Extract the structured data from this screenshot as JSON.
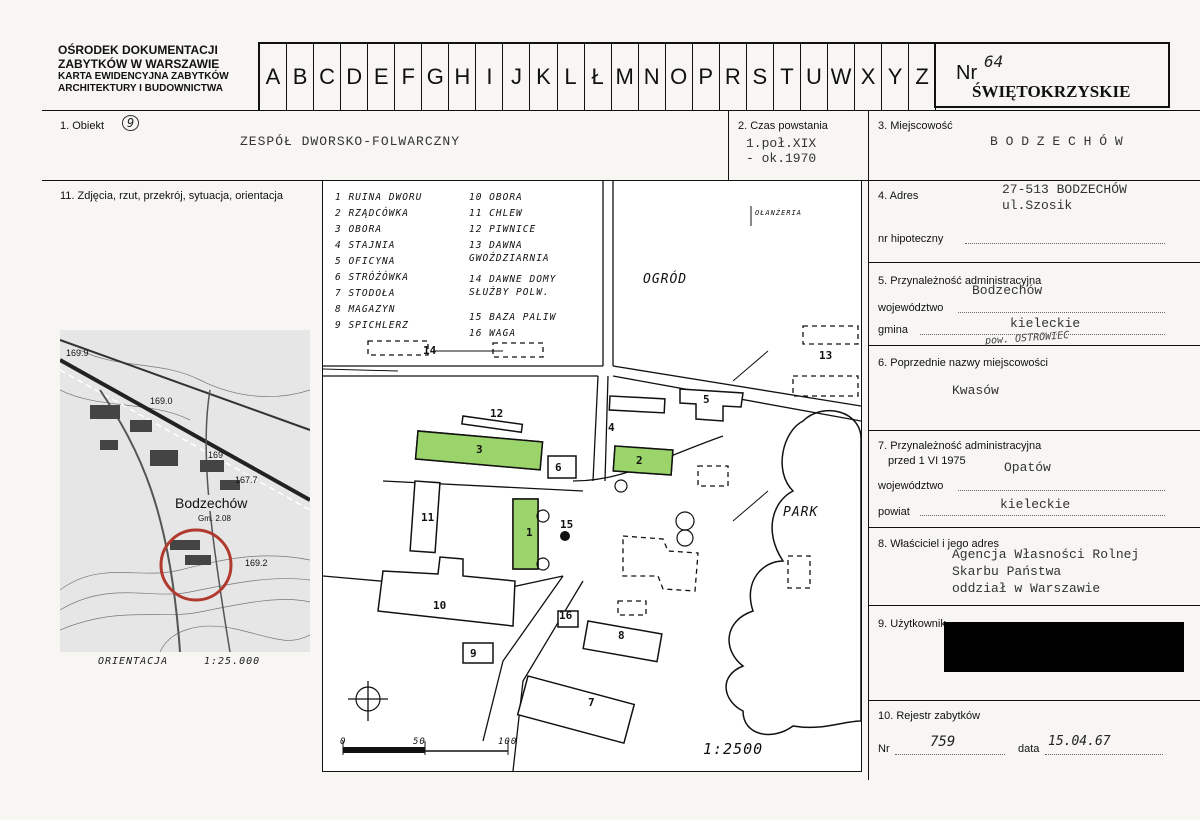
{
  "header": {
    "org_line1": "OŚRODEK DOKUMENTACJI",
    "org_line2": "ZABYTKÓW W WARSZAWIE",
    "card_line1": "KARTA EWIDENCYJNA ZABYTKÓW",
    "card_line2": "ARCHITEKTURY I BUDOWNICTWA",
    "letters": [
      "A",
      "B",
      "C",
      "D",
      "E",
      "F",
      "G",
      "H",
      "I",
      "J",
      "K",
      "L",
      "Ł",
      "M",
      "N",
      "O",
      "P",
      "R",
      "S",
      "T",
      "U",
      "W",
      "X",
      "Y",
      "Z"
    ],
    "nr_label": "Nr",
    "nr_value": "64",
    "region": "ŚWIĘTOKRZYSKIE"
  },
  "fields": {
    "obiekt_label": "1. Obiekt",
    "obiekt_num": "9",
    "obiekt_value": "ZESPÓŁ DWORSKO-FOLWARCZNY",
    "czas_label": "2. Czas powstania",
    "czas_value1": "1.poł.XIX",
    "czas_value2": "- ok.1970",
    "miejsc_label": "3. Miejscowość",
    "miejsc_value": "B O D Z E C H Ó W",
    "adres_label": "4. Adres",
    "adres_value1": "27-513 BODZECHÓW",
    "adres_value2": "ul.Szosik",
    "hipo_label": "nr hipoteczny",
    "przyn_label": "5. Przynależność administracyjna",
    "woj_label": "województwo",
    "woj_value": "Bodzechów",
    "gmina_label": "gmina",
    "gmina_value": "kieleckie",
    "gmina_note": "pow. OSTROWIEC",
    "poprz_label": "6. Poprzednie nazwy miejscowości",
    "poprz_value": "Kwasów",
    "przyn75_label1": "7. Przynależność administracyjna",
    "przyn75_label2": "przed 1 VI 1975",
    "woj75_label": "województwo",
    "woj75_value": "Opatów",
    "powiat_label": "powiat",
    "powiat_value": "kieleckie",
    "wlasc_label": "8. Właściciel i jego adres",
    "wlasc_value1": "Agencja Własności Rolnej",
    "wlasc_value2": "Skarbu Państwa",
    "wlasc_value3": "oddział w Warszawie",
    "uzytk_label": "9. Użytkownik",
    "rejestr_label": "10. Rejestr zabytków",
    "nr_label": "Nr",
    "nr_value": "759",
    "data_label": "data",
    "data_value": "15.04.67",
    "photos_label": "11. Zdjęcia, rzut, przekrój, sytuacja, orientacja"
  },
  "topo": {
    "town": "Bodzechów",
    "h1": "169.9",
    "h2": "169.0",
    "h3": "169",
    "h4": "167.7",
    "h5": "Gm. 2.08",
    "h6": "169.2",
    "orient": "ORIENTACJA",
    "scale": "1:25.000"
  },
  "plan": {
    "legend_left": [
      "1 RUINA DWORU",
      "2 RZĄDCÓWKA",
      "3 OBORA",
      "4 STAJNIA",
      "5 OFICYNA",
      "6 STRÓŻÓWKA",
      "7 STODOŁA",
      "8 MAGAZYN",
      "9 SPICHLERZ"
    ],
    "legend_right": [
      "10 OBORA",
      "11 CHLEW",
      "12 PIWNICE",
      "13 DAWNA GWOŹDZIARNIA",
      "14 DAWNE DOMY SŁUŻBY POLW.",
      "15 BAZA PALIW",
      "16 WAGA"
    ],
    "ogrod": "OGRÓD",
    "park": "PARK",
    "oranzeria": "OŁANŻERIA",
    "scale": "1:2500",
    "scale_0": "0",
    "scale_50": "50",
    "scale_100": "100",
    "nums": [
      "1",
      "2",
      "3",
      "4",
      "5",
      "6",
      "7",
      "8",
      "9",
      "10",
      "11",
      "12",
      "13",
      "14",
      "15",
      "16"
    ],
    "highlight_color": "#9bd46a"
  }
}
